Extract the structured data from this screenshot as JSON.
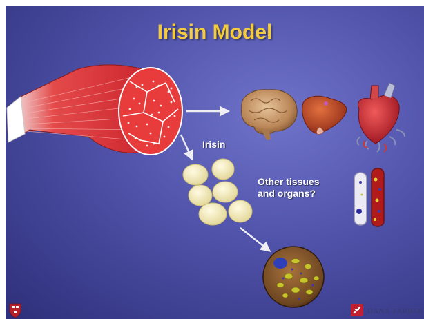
{
  "slide": {
    "title": "Irisin Model",
    "label_irisin": "Irisin",
    "label_other_line1": "Other tissues",
    "label_other_line2": "and organs?",
    "logo_text": "DANA-FARBER"
  },
  "icons": [
    "muscle-icon",
    "brain-icon",
    "liver-icon",
    "heart-icon",
    "fat-cells-icon",
    "blood-vessels-icon",
    "cell-icon",
    "harvard-shield-icon",
    "dana-farber-logo-icon"
  ],
  "colors": {
    "title": "#f4cb3c",
    "background": "#5457ad",
    "muscle": "#e43a3a",
    "arrow": "#e8e8ee"
  }
}
